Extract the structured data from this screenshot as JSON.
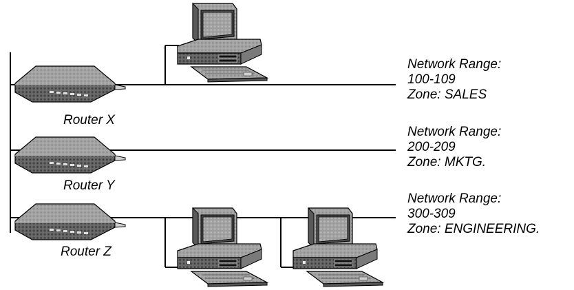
{
  "routers": [
    {
      "name": "Router X"
    },
    {
      "name": "Router Y"
    },
    {
      "name": "Router Z"
    }
  ],
  "networks": [
    {
      "range_label": "Network Range:",
      "range": "100-109",
      "zone": "Zone: SALES"
    },
    {
      "range_label": "Network Range:",
      "range": "200-209",
      "zone": "Zone: MKTG."
    },
    {
      "range_label": "Network Range:",
      "range": "300-309",
      "zone": "Zone: ENGINEERING."
    }
  ],
  "icons": {
    "router": "router-icon",
    "computer": "desktop-computer-icon"
  }
}
